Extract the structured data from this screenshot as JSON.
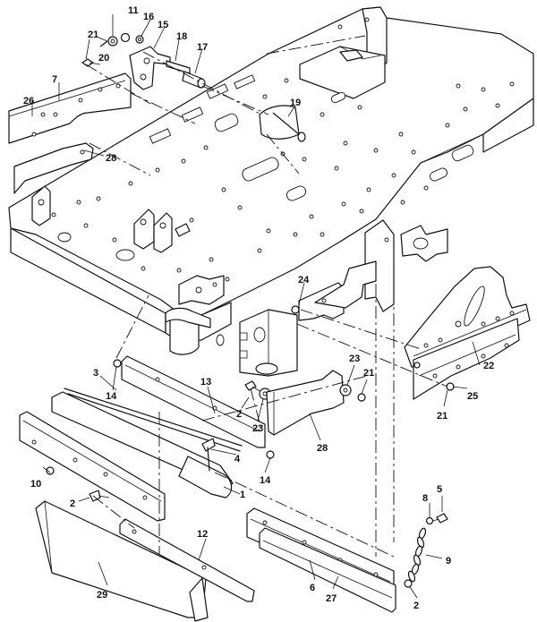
{
  "diagram": {
    "callouts": [
      "1",
      "2",
      "2",
      "2",
      "3",
      "4",
      "5",
      "6",
      "7",
      "8",
      "9",
      "10",
      "11",
      "12",
      "13",
      "14",
      "14",
      "15",
      "16",
      "17",
      "18",
      "19",
      "20",
      "21",
      "21",
      "21",
      "22",
      "23",
      "23",
      "24",
      "25",
      "26",
      "27",
      "28",
      "28",
      "29"
    ]
  }
}
